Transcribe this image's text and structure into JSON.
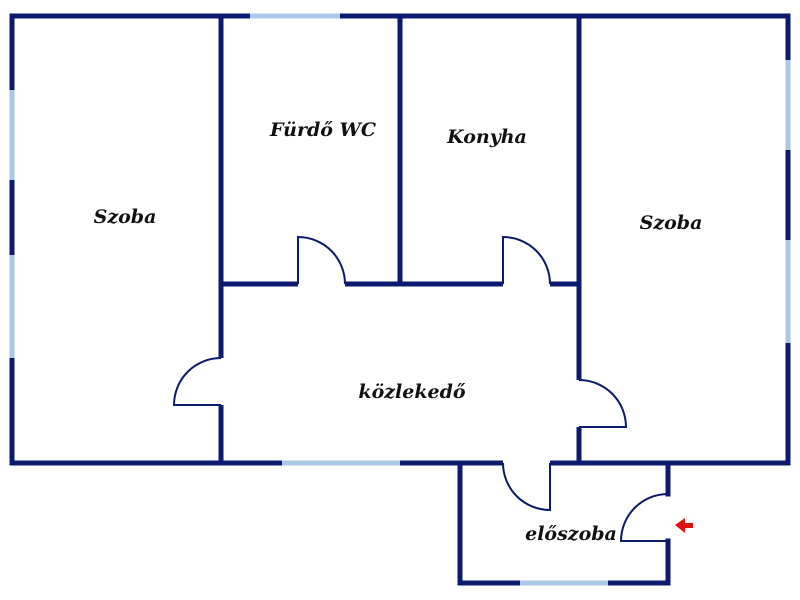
{
  "colors": {
    "wall": "#0b1a6e",
    "window": "#a9c8e6",
    "arrow": "#e01010",
    "background": "#ffffff"
  },
  "rooms": {
    "szoba_left": "Szoba",
    "furdo_wc": "Fürdő WC",
    "konyha": "Konyha",
    "szoba_right": "Szoba",
    "kozlekedo": "közlekedő",
    "eloszoba": "előszoba"
  },
  "entrance": {
    "icon": "arrow-left-icon"
  }
}
